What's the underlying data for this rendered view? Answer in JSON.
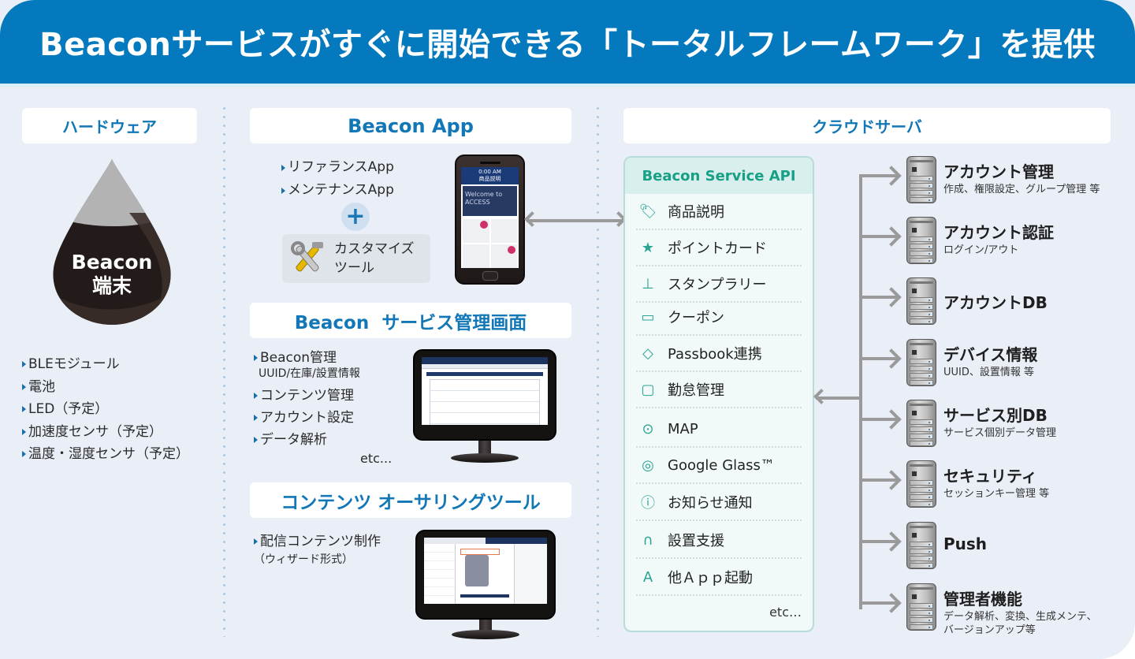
{
  "banner": {
    "title": "Beaconサービスがすぐに開始できる「トータルフレームワーク」を提供"
  },
  "colors": {
    "banner": "#0479bd",
    "heading_text": "#1277b6",
    "api_accent": "#17a086",
    "background": "#e9eef7",
    "connector": "#9a9a9a"
  },
  "hardware": {
    "heading": "ハードウェア",
    "device_label_line1": "Beacon",
    "device_label_line2": "端末",
    "features": [
      "BLEモジュール",
      "電池",
      "LED（予定）",
      "加速度センサ（予定）",
      "温度・湿度センサ（予定）"
    ]
  },
  "beacon_app": {
    "heading": "Beacon App",
    "items": [
      "リファランスApp",
      "メンテナンスApp"
    ],
    "plus_symbol": "+",
    "custom_tool_label": "カスタマイズ\nツール",
    "phone": {
      "status_time": "0:00 AM",
      "screen_title": "商品説明",
      "banner_text": "Welcome to ACCESS"
    }
  },
  "management": {
    "heading": "Beacon  サービス管理画面",
    "items": [
      {
        "label": "Beacon管理",
        "sub": "UUID/在庫/設置情報"
      },
      {
        "label": "コンテンツ管理"
      },
      {
        "label": "アカウント設定"
      },
      {
        "label": "データ解析"
      }
    ],
    "etc": "etc..."
  },
  "authoring": {
    "heading": "コンテンツ オーサリングツール",
    "item": "配信コンテンツ制作",
    "sub": "（ウィザード形式）"
  },
  "cloud": {
    "heading": "クラウドサーバ",
    "api": {
      "title": "Beacon Service API",
      "items": [
        {
          "icon": "tag-icon",
          "glyph": "🏷",
          "label": "商品説明"
        },
        {
          "icon": "point-card-icon",
          "glyph": "★",
          "label": "ポイントカード"
        },
        {
          "icon": "stamp-icon",
          "glyph": "⊥",
          "label": "スタンプラリー"
        },
        {
          "icon": "coupon-icon",
          "glyph": "▭",
          "label": "クーポン"
        },
        {
          "icon": "passbook-icon",
          "glyph": "◇",
          "label": "Passbook連携"
        },
        {
          "icon": "briefcase-icon",
          "glyph": "▢",
          "label": "勤怠管理"
        },
        {
          "icon": "map-pin-icon",
          "glyph": "⊙",
          "label": "MAP"
        },
        {
          "icon": "glasses-icon",
          "glyph": "◎",
          "label": "Google Glass™"
        },
        {
          "icon": "info-icon",
          "glyph": "ⓘ",
          "label": "お知らせ通知"
        },
        {
          "icon": "headset-icon",
          "glyph": "∩",
          "label": "設置支援"
        },
        {
          "icon": "app-launch-icon",
          "glyph": "A",
          "label": "他Ａｐｐ起動"
        }
      ],
      "etc": "etc…"
    },
    "servers": [
      {
        "title": "アカウント管理",
        "sub": "作成、権限設定、グループ管理 等"
      },
      {
        "title": "アカウント認証",
        "sub": "ログイン/アウト"
      },
      {
        "title": "アカウントDB",
        "sub": ""
      },
      {
        "title": "デバイス情報",
        "sub": "UUID、設置情報 等"
      },
      {
        "title": "サービス別DB",
        "sub": "サービス個別データ管理"
      },
      {
        "title": "セキュリティ",
        "sub": "セッションキー管理 等"
      },
      {
        "title": "Push",
        "sub": ""
      },
      {
        "title": "管理者機能",
        "sub": "データ解析、変換、生成メンテ、\nバージョンアップ等"
      }
    ]
  }
}
